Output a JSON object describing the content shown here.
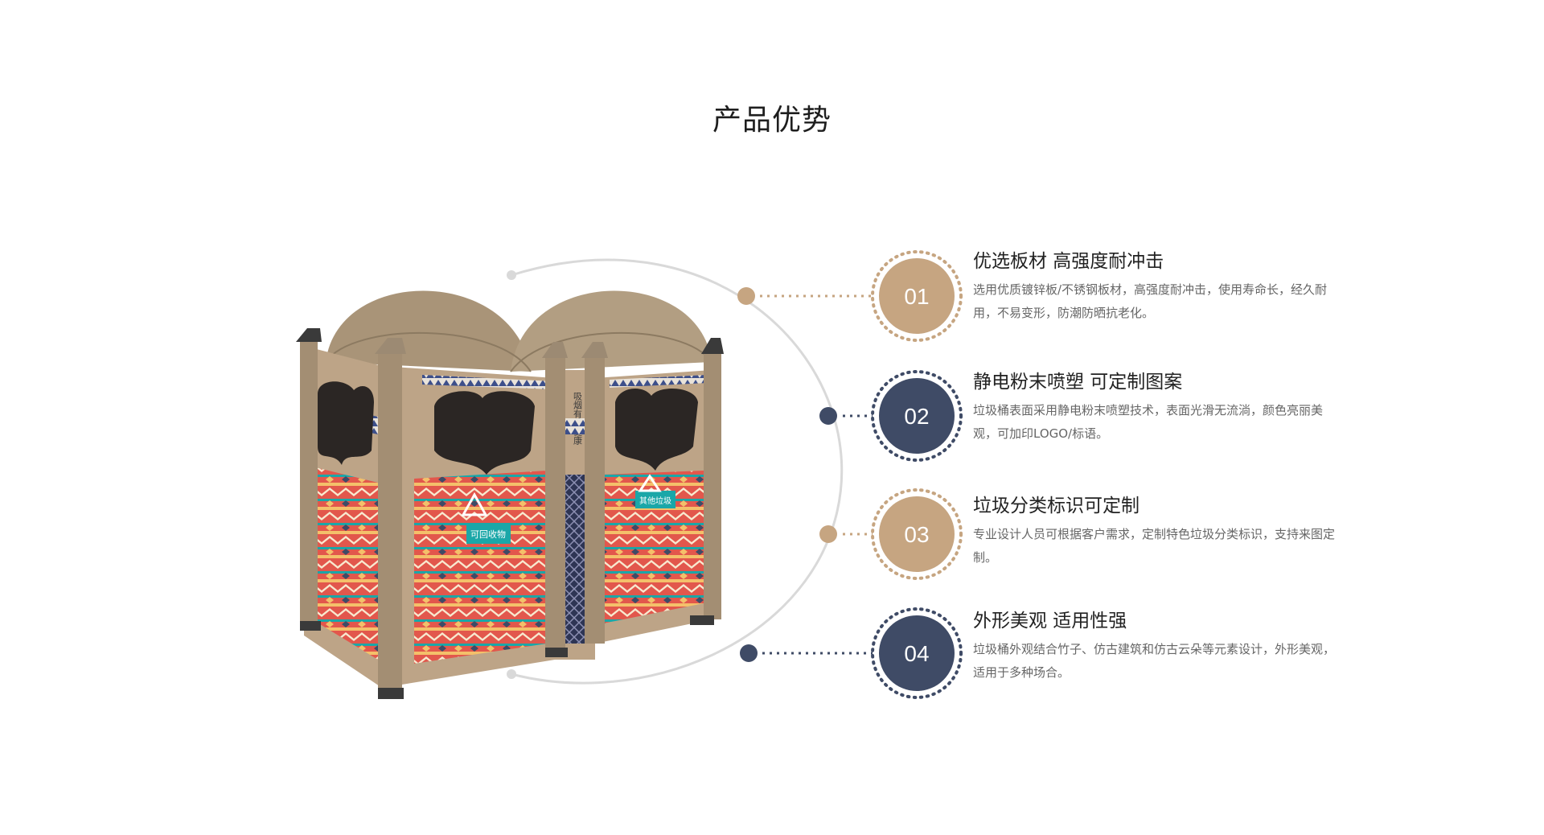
{
  "page": {
    "title": "产品优势"
  },
  "colors": {
    "tan": "#c6a581",
    "navy": "#3f4b66",
    "arc": "#d9d9d9",
    "bin_body": "#bda487",
    "panel_red": "#e2574c",
    "window_dark": "#2b2624",
    "teal": "#1aa7a8"
  },
  "product_image": {
    "icon": "double-compartment-trash-bin-image",
    "left_label": "可回收物",
    "right_label": "其他垃圾",
    "center_text": "吸烟有害健康"
  },
  "features": [
    {
      "number": "01",
      "color": "tan",
      "title": "优选板材  高强度耐冲击",
      "description": "选用优质镀锌板/不锈钢板材，高强度耐冲击，使用寿命长，经久耐用，不易变形，防潮防晒抗老化。"
    },
    {
      "number": "02",
      "color": "navy",
      "title": "静电粉末喷塑  可定制图案",
      "description": "垃圾桶表面采用静电粉末喷塑技术，表面光滑无流淌，颜色亮丽美观，可加印LOGO/标语。"
    },
    {
      "number": "03",
      "color": "tan",
      "title": "垃圾分类标识可定制",
      "description": "专业设计人员可根据客户需求，定制特色垃圾分类标识，支持来图定制。"
    },
    {
      "number": "04",
      "color": "navy",
      "title": "外形美观  适用性强",
      "description": "垃圾桶外观结合竹子、仿古建筑和仿古云朵等元素设计，外形美观，适用于多种场合。"
    }
  ]
}
